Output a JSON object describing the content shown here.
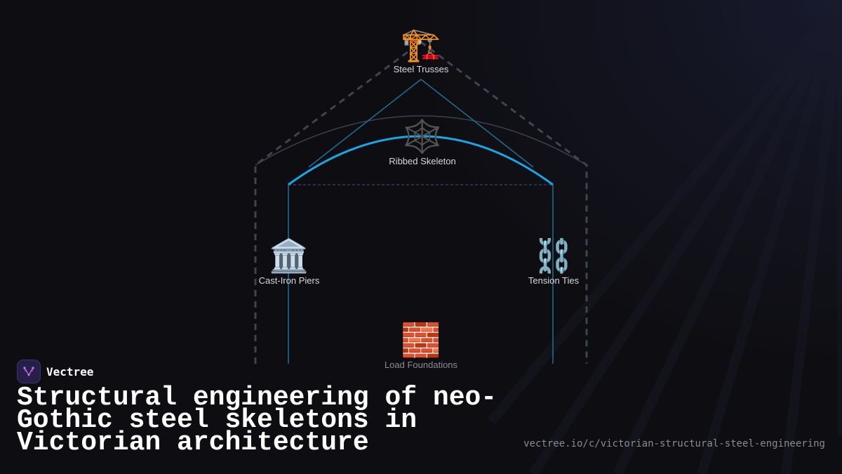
{
  "brand": {
    "name": "Vectree"
  },
  "title": "Structural engineering of neo-Gothic steel skeletons in Victorian architecture",
  "url": "vectree.io/c/victorian-structural-steel-engineering",
  "colors": {
    "background": "#0e0e12",
    "accent_arch": "#1aa6e6",
    "structure_line": "#1f6f96",
    "outer_dashed": "#3e4452",
    "brand_logo_bg": "#251f4a",
    "brand_logo_mark": "#c05ae0"
  },
  "nodes": [
    {
      "id": "steel-trusses",
      "icon": "🏗️",
      "icon_name": "construction-crane-icon",
      "label": "Steel Trusses"
    },
    {
      "id": "ribbed-skeleton",
      "icon": "🕸️",
      "icon_name": "spider-web-icon",
      "label": "Ribbed Skeleton"
    },
    {
      "id": "cast-iron-piers",
      "icon": "🏛️",
      "icon_name": "classical-building-icon",
      "label": "Cast-Iron Piers"
    },
    {
      "id": "tension-ties",
      "icon": "⛓️",
      "icon_name": "chains-icon",
      "label": "Tension Ties"
    },
    {
      "id": "load-foundations",
      "icon": "🧱",
      "icon_name": "brick-icon",
      "label": "Load Foundations"
    }
  ]
}
